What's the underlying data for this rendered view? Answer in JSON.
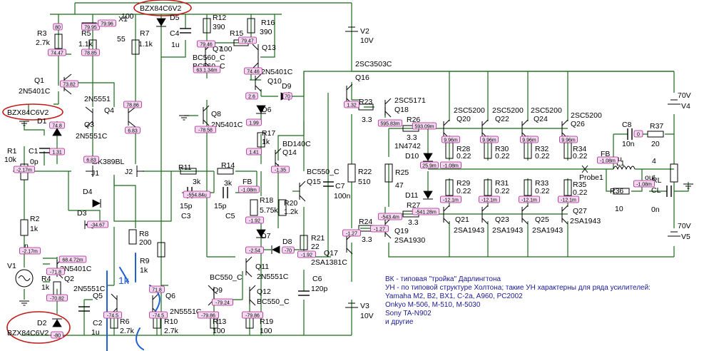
{
  "components": {
    "R3": {
      "ref": "R3",
      "value": "2.7k"
    },
    "R5": {
      "ref": "R5",
      "value": "1.1k"
    },
    "R7": {
      "ref": "R7",
      "value": "1.1k"
    },
    "X1": {
      "ref": "X1",
      "value": "55",
      "extra": "100"
    },
    "D5": {
      "ref": "D5"
    },
    "C4": {
      "ref": "C4",
      "value": "1u"
    },
    "R12": {
      "ref": "R12",
      "value": "390"
    },
    "R15": {
      "ref": "R15",
      "value": "100"
    },
    "R16": {
      "ref": "R16",
      "value": "390"
    },
    "Q7": {
      "ref": "Q7",
      "model": "BC560_C"
    },
    "Q13": {
      "ref": "Q13",
      "model": "BC560_C"
    },
    "Q1": {
      "ref": "Q1",
      "model": "2N5401C"
    },
    "Q3": {
      "ref": "Q3",
      "model": "2N5551C"
    },
    "Q4": {
      "ref": "Q4",
      "model": "2N5551"
    },
    "Q8": {
      "ref": "Q8",
      "model": "2N5401C"
    },
    "Q10": {
      "ref": "Q10",
      "model": "2N5401C"
    },
    "D9": {
      "ref": "D9"
    },
    "D6": {
      "ref": "D6"
    },
    "D1": {
      "ref": "D1"
    },
    "R1": {
      "ref": "R1",
      "value": "10k"
    },
    "C1": {
      "ref": "C1",
      "value": "0p"
    },
    "J1": {
      "ref": "J1"
    },
    "J2": {
      "ref": "J2"
    },
    "JFET": {
      "model": "SK389BL"
    },
    "R11": {
      "ref": "R11",
      "value": "3k"
    },
    "C3": {
      "ref": "C3",
      "value": "15p"
    },
    "R14": {
      "ref": "R14",
      "value": "3k"
    },
    "C5": {
      "ref": "C5",
      "value": "15p"
    },
    "FB1": {
      "ref": "FB"
    },
    "R17": {
      "ref": "R17",
      "value": "1k"
    },
    "Q14": {
      "ref": "Q14",
      "model": "BD140C"
    },
    "Q15": {
      "ref": "Q15",
      "model": "BC550_C"
    },
    "R18": {
      "ref": "R18",
      "value": "5.75k"
    },
    "R20": {
      "ref": "R20",
      "value": "1.2k"
    },
    "C7": {
      "ref": "C7",
      "value": "100n"
    },
    "D4": {
      "ref": "D4"
    },
    "D3": {
      "ref": "D3"
    },
    "R8": {
      "ref": "R8",
      "value": "200"
    },
    "R2": {
      "ref": "R2",
      "value": "1k"
    },
    "D7": {
      "ref": "D7"
    },
    "D8": {
      "ref": "D8"
    },
    "R21": {
      "ref": "R21",
      "value": "22"
    },
    "Q17": {
      "ref": "Q17",
      "model": "2SA1381C"
    },
    "C6": {
      "ref": "C6",
      "value": "120p"
    },
    "V1": {
      "ref": "V1"
    },
    "R4": {
      "ref": "R4",
      "value": "1k"
    },
    "Q2": {
      "ref": "Q2",
      "model": "2N5401C"
    },
    "R9": {
      "ref": "R9",
      "value": "1k"
    },
    "Q11": {
      "ref": "Q11",
      "model": "2N5551C"
    },
    "Q9": {
      "ref": "Q9",
      "model": "BC550_C"
    },
    "Q12": {
      "ref": "Q12",
      "model": "BC550_C"
    },
    "Q5": {
      "ref": "Q5",
      "model": "2N5551C"
    },
    "Q6": {
      "ref": "Q6",
      "model": "2N5551C"
    },
    "C2": {
      "ref": "C2",
      "value": "1u"
    },
    "R6": {
      "ref": "R6",
      "value": "2.7k"
    },
    "R10": {
      "ref": "R10",
      "value": "2.7k"
    },
    "R13": {
      "ref": "R13",
      "value": "100"
    },
    "R19": {
      "ref": "R19",
      "value": "100"
    },
    "D2": {
      "ref": "D2"
    },
    "Q16": {
      "ref": "Q16",
      "model": "2SC3503C"
    },
    "R23": {
      "ref": "R23",
      "value": "3.3"
    },
    "Q18": {
      "ref": "Q18",
      "model": "2SC5171"
    },
    "R26": {
      "ref": "R26",
      "value": "3.3"
    },
    "D10": {
      "ref": "D10",
      "model": "1N4742"
    },
    "R22": {
      "ref": "R22",
      "value": "510"
    },
    "R25": {
      "ref": "R25",
      "value": "47"
    },
    "D11": {
      "ref": "D11"
    },
    "R27": {
      "ref": "R27",
      "value": "3.3"
    },
    "R24": {
      "ref": "R24",
      "value": "3.3"
    },
    "Q19": {
      "ref": "Q19",
      "model": "2SA1930"
    },
    "V2": {
      "ref": "V2",
      "value": "10V"
    },
    "V3": {
      "ref": "V3",
      "value": "10V"
    },
    "Q20": {
      "ref": "Q20",
      "model": "2SC5200"
    },
    "Q22": {
      "ref": "Q22",
      "model": "2SC5200"
    },
    "Q24": {
      "ref": "Q24",
      "model": "2SC5200"
    },
    "Q26": {
      "ref": "Q26",
      "model": "2SC5200"
    },
    "R28": {
      "ref": "R28",
      "value": "0.22"
    },
    "R30": {
      "ref": "R30",
      "value": "0.22"
    },
    "R32": {
      "ref": "R32",
      "value": "0.22"
    },
    "R34": {
      "ref": "R34",
      "value": "0.22"
    },
    "R29": {
      "ref": "R29",
      "value": "0.22"
    },
    "R31": {
      "ref": "R31",
      "value": "0.22"
    },
    "R33": {
      "ref": "R33",
      "value": "0.22"
    },
    "R35": {
      "ref": "R35",
      "value": "0.22"
    },
    "Q21": {
      "ref": "Q21",
      "model": "2SA1943"
    },
    "Q23": {
      "ref": "Q23",
      "model": "2SA1943"
    },
    "Q25": {
      "ref": "Q25",
      "model": "2SA1943"
    },
    "Q27": {
      "ref": "Q27",
      "model": "2SA1943"
    },
    "C8": {
      "ref": "C8",
      "value": "10n"
    },
    "R37": {
      "ref": "R37",
      "value": "20"
    },
    "V4": {
      "ref": "V4",
      "value": "70V"
    },
    "V5": {
      "ref": "V5",
      "value": "70V"
    },
    "FB2": {
      "ref": "FB"
    },
    "L1": {
      "ref": "L1",
      "extra": "u"
    },
    "Probe1": {
      "ref": "Probe1"
    },
    "RL": {
      "ref": "RL",
      "value": "4"
    },
    "R36": {
      "ref": "R36",
      "value": "10"
    },
    "CL": {
      "ref": "CL",
      "value": "0n"
    },
    "OUT": {
      "ref": "out"
    },
    "IN": {
      "ref": "n"
    }
  },
  "zener_labels": {
    "top": "BZX84C6V2",
    "left": "BZX84C6V2",
    "bottom": "BZX84C6V2"
  },
  "nodes": {
    "n1": "80",
    "n2": "79.95",
    "n3": "79.96",
    "n4": "74.47",
    "n5": "78.85",
    "n6": "79.46",
    "n7": "79.47",
    "n8": "63.1.34m",
    "n9": "74.46",
    "n10": "73.82",
    "n11": "78.86",
    "n12": "2.6",
    "n13": "70",
    "n14": "-78.58",
    "n15": "6.83",
    "n16": "6.83",
    "n17": "1.99",
    "n18": "74.8",
    "n19": "1.31",
    "n20": "-2.17m",
    "n21": "-554.84u",
    "n22": "-1.08m",
    "n23": "1.41",
    "n24": "-1.35",
    "n25": "-34.67",
    "n26": "-1.92",
    "n27": "-2.17m",
    "n28": "-2.54",
    "n29": "-70",
    "n30": "-1.92",
    "n31": "68.4.72m",
    "n32": "-71.8",
    "n33": "-70.82",
    "n34": "-74.5",
    "n35": "-74.5",
    "n36": "71.8",
    "n37": "-79.86",
    "n38": "-79.24",
    "n39": "-79.86",
    "n40": "-80",
    "n41": "1.32",
    "n42": "595.83m",
    "n43": "593.09m",
    "n44": "25.9m",
    "n45": "-541.28m",
    "n46": "-543.4m",
    "n47": "-1.27",
    "n48": "-1.27",
    "n49": "9.96m",
    "n50": "9.96m",
    "n51": "9.96m",
    "n52": "9.96m",
    "n53": "-1.08m",
    "n54": "-12.1m",
    "n55": "-12.1m",
    "n56": "-12.1m",
    "n57": "-12.1m",
    "n58": "0",
    "n59": "-1.08m",
    "n60": "-1.08m"
  },
  "notes": {
    "line1": "ВК - типовая \"тройка\" Дарлингтона",
    "line2": "УН - по типовой структуре Холтона; такие УН характерны для ряда усилителей:",
    "line3": "Yamaha M2, B2, BX1, C-2a, A960, PC2002",
    "line4": "Onkyo M-506, M-510, M-5030",
    "line5": "Sony TA-N902",
    "line6": "и другие"
  },
  "handwriting": {
    "text": "1k"
  }
}
